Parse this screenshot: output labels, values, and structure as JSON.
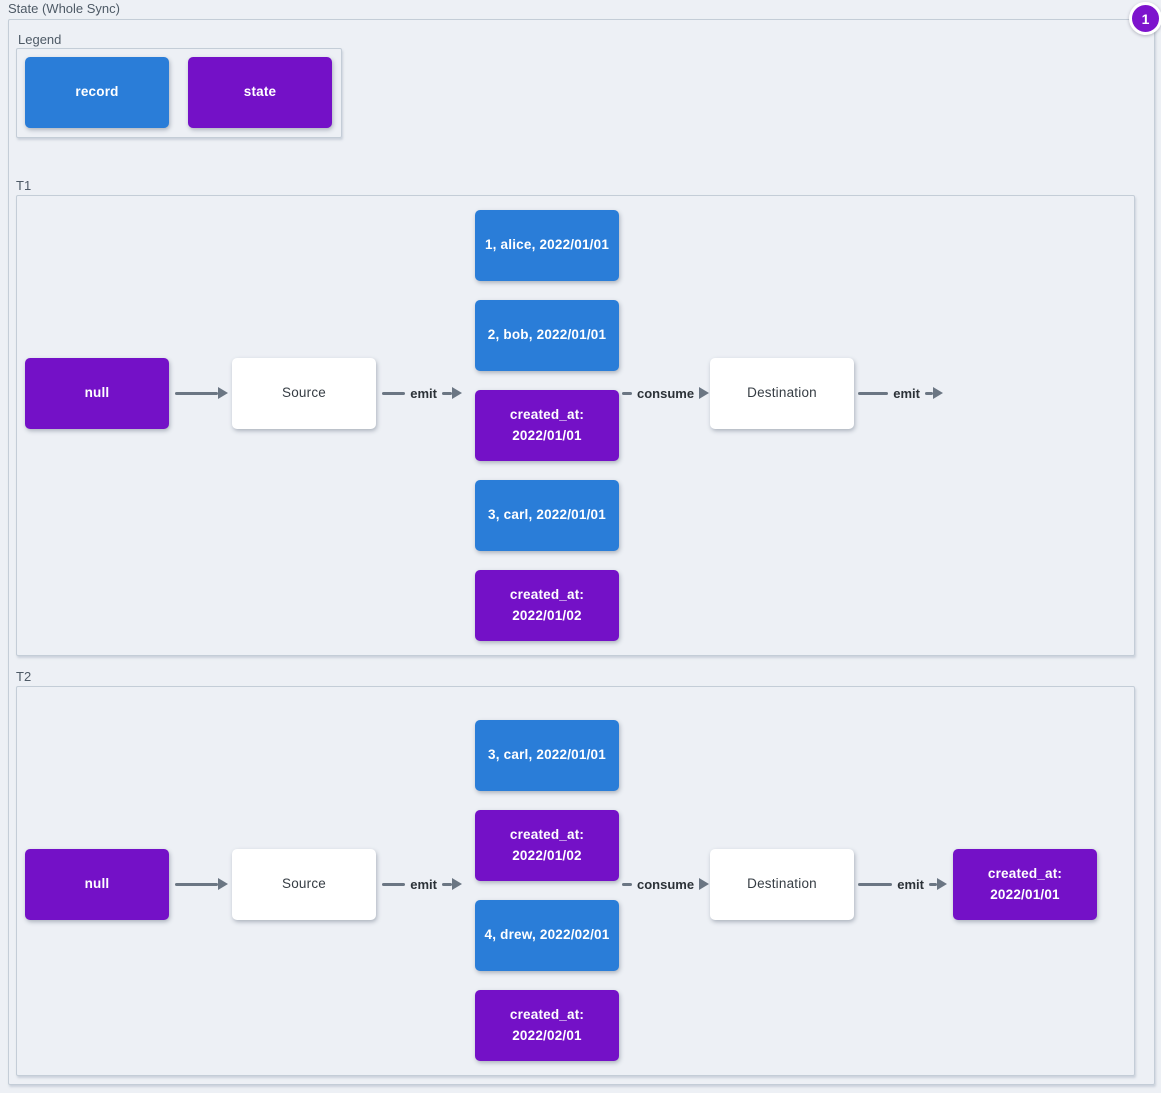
{
  "diagram": {
    "title": "State (Whole Sync)",
    "badge": "1"
  },
  "legend": {
    "label": "Legend",
    "items": [
      {
        "type": "record",
        "label": "record"
      },
      {
        "type": "state",
        "label": "state"
      }
    ]
  },
  "colors": {
    "record": "#2a7dd8",
    "state": "#7411c7",
    "arrow": "#6b7683",
    "background": "#edf0f5"
  },
  "sections": [
    {
      "label": "T1",
      "nodes": {
        "start": "null",
        "source": "Source",
        "destination": "Destination"
      },
      "edges": {
        "emit_in": "emit",
        "consume": "consume",
        "emit_out": "emit"
      },
      "stack": [
        {
          "type": "record",
          "text": "1, alice, 2022/01/01"
        },
        {
          "type": "record",
          "text": "2, bob, 2022/01/01"
        },
        {
          "type": "state",
          "text": "created_at:\n2022/01/01"
        },
        {
          "type": "record",
          "text": "3, carl, 2022/01/01"
        },
        {
          "type": "state",
          "text": "created_at:\n2022/01/02"
        }
      ],
      "result": null
    },
    {
      "label": "T2",
      "nodes": {
        "start": "null",
        "source": "Source",
        "destination": "Destination"
      },
      "edges": {
        "emit_in": "emit",
        "consume": "consume",
        "emit_out": "emit"
      },
      "stack": [
        {
          "type": "record",
          "text": "3, carl, 2022/01/01"
        },
        {
          "type": "state",
          "text": "created_at:\n2022/01/02"
        },
        {
          "type": "record",
          "text": "4, drew, 2022/02/01"
        },
        {
          "type": "state",
          "text": "created_at:\n2022/02/01"
        }
      ],
      "result": {
        "type": "state",
        "text": "created_at:\n2022/01/01"
      }
    }
  ]
}
